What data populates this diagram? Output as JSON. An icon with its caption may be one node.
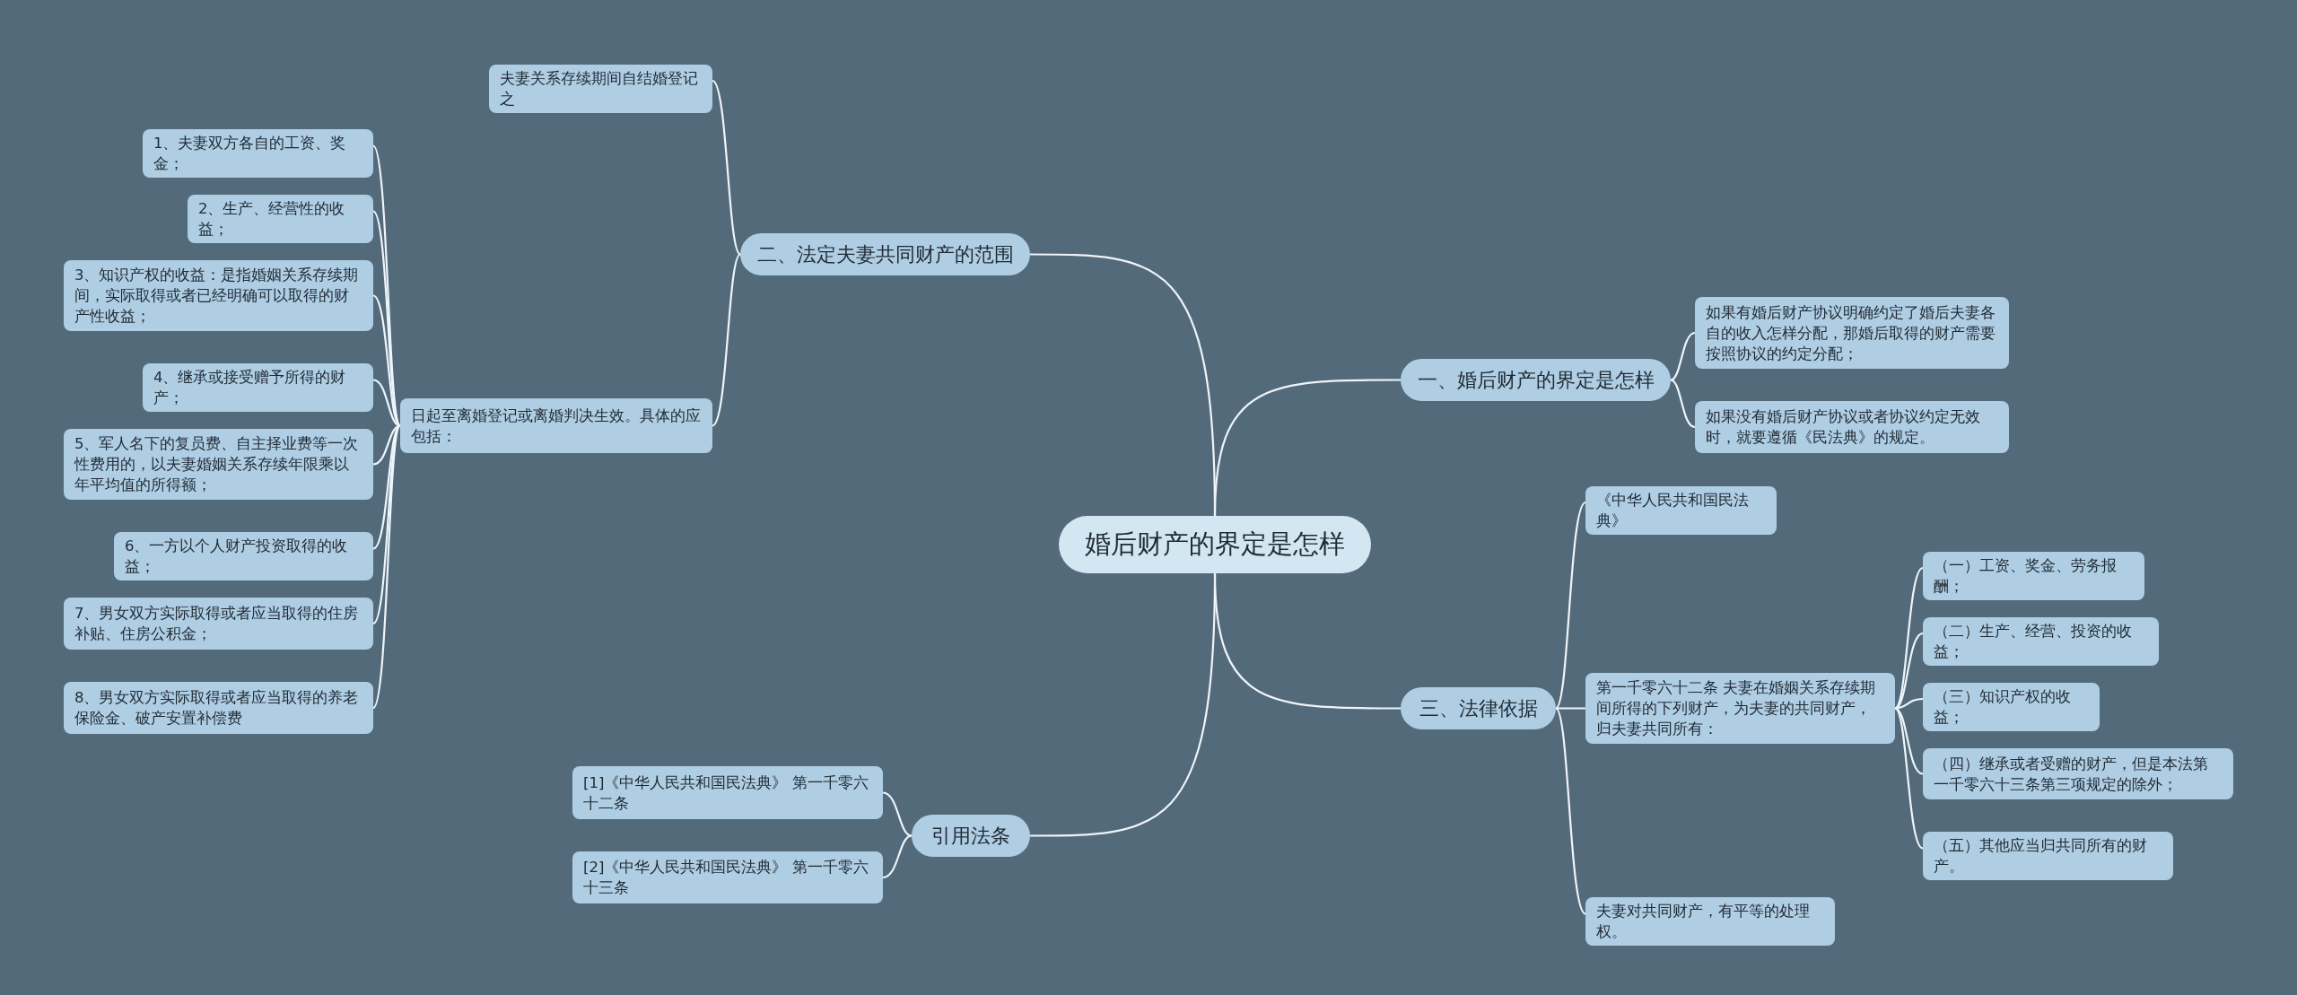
{
  "diagram": {
    "nodes": [
      {
        "text": [
          "婚后财产的界定是怎样"
        ]
      },
      {
        "text": [
          "一、婚后财产的界定是怎样"
        ]
      },
      {
        "text": [
          "如果有婚后财产协议明确约定了婚后夫妻各自的收入怎样分配，那婚后取得的财产需要按照协议的约定分配；"
        ]
      },
      {
        "text": [
          "如果没有婚后财产协议或者协议约定无效时，就要遵循《民法典》的规定。"
        ]
      },
      {
        "text": [
          "二、法定夫妻共同财产的范围"
        ]
      },
      {
        "text": [
          "夫妻关系存续期间自结婚登记之"
        ]
      },
      {
        "text": [
          "日起至离婚登记或离婚判决生效。具体的应包括："
        ]
      },
      {
        "text": [
          "1、夫妻双方各自的工资、奖金；"
        ]
      },
      {
        "text": [
          "2、生产、经营性的收益；"
        ]
      },
      {
        "text": [
          "3、知识产权的收益：是指婚姻关系存续期间，实际取得或者已经明确可以取得的财产性收益；"
        ]
      },
      {
        "text": [
          "4、继承或接受赠予所得的财产；"
        ]
      },
      {
        "text": [
          "5、军人名下的复员费、自主择业费等一次性费用的，以夫妻婚姻关系存续年限乘以年平均值的所得额；"
        ]
      },
      {
        "text": [
          "6、一方以个人财产投资取得的收益；"
        ]
      },
      {
        "text": [
          "7、男女双方实际取得或者应当取得的住房补贴、住房公积金；"
        ]
      },
      {
        "text": [
          "8、男女双方实际取得或者应当取得的养老保险金、破产安置补偿费"
        ]
      },
      {
        "text": [
          "三、法律依据"
        ]
      },
      {
        "text": [
          "《中华人民共和国民法典》"
        ]
      },
      {
        "text": [
          "第一千零六十二条 夫妻在婚姻关系存续期间所得的下列财产，为夫妻的共同财产，归夫妻共同所有："
        ]
      },
      {
        "text": [
          "（一）工资、奖金、劳务报酬；"
        ]
      },
      {
        "text": [
          "（二）生产、经营、投资的收益；"
        ]
      },
      {
        "text": [
          "（三）知识产权的收益；"
        ]
      },
      {
        "text": [
          "（四）继承或者受赠的财产，但是本法第一千零六十三条第三项规定的除外；"
        ]
      },
      {
        "text": [
          "（五）其他应当归共同所有的财产。"
        ]
      },
      {
        "text": [
          "夫妻对共同财产，有平等的处理权。"
        ]
      },
      {
        "text": [
          "引用法条"
        ]
      },
      {
        "text": [
          "[1]《中华人民共和国民法典》 第一千零六十二条"
        ]
      },
      {
        "text": [
          "[2]《中华人民共和国民法典》 第一千零六十三条"
        ]
      }
    ],
    "edges": [
      {
        "from": 0,
        "to": 1,
        "arrow": "none"
      },
      {
        "from": 1,
        "to": 2,
        "arrow": "none"
      },
      {
        "from": 1,
        "to": 3,
        "arrow": "none"
      },
      {
        "from": 0,
        "to": 4,
        "arrow": "none"
      },
      {
        "from": 4,
        "to": 5,
        "arrow": "none"
      },
      {
        "from": 4,
        "to": 6,
        "arrow": "none"
      },
      {
        "from": 6,
        "to": 7,
        "arrow": "none"
      },
      {
        "from": 6,
        "to": 8,
        "arrow": "none"
      },
      {
        "from": 6,
        "to": 9,
        "arrow": "none"
      },
      {
        "from": 6,
        "to": 10,
        "arrow": "none"
      },
      {
        "from": 6,
        "to": 11,
        "arrow": "none"
      },
      {
        "from": 6,
        "to": 12,
        "arrow": "none"
      },
      {
        "from": 6,
        "to": 13,
        "arrow": "none"
      },
      {
        "from": 6,
        "to": 14,
        "arrow": "none"
      },
      {
        "from": 0,
        "to": 15,
        "arrow": "none"
      },
      {
        "from": 15,
        "to": 16,
        "arrow": "none"
      },
      {
        "from": 15,
        "to": 17,
        "arrow": "none"
      },
      {
        "from": 17,
        "to": 18,
        "arrow": "none"
      },
      {
        "from": 17,
        "to": 19,
        "arrow": "none"
      },
      {
        "from": 17,
        "to": 20,
        "arrow": "none"
      },
      {
        "from": 17,
        "to": 21,
        "arrow": "none"
      },
      {
        "from": 17,
        "to": 22,
        "arrow": "none"
      },
      {
        "from": 15,
        "to": 23,
        "arrow": "none"
      },
      {
        "from": 0,
        "to": 24,
        "arrow": "none"
      },
      {
        "from": 24,
        "to": 25,
        "arrow": "none"
      },
      {
        "from": 24,
        "to": 26,
        "arrow": "none"
      }
    ]
  }
}
